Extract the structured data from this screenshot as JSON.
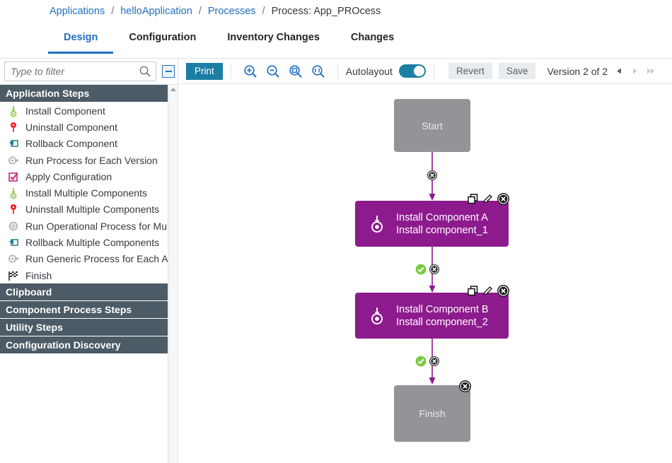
{
  "breadcrumb": {
    "items": [
      {
        "label": "Applications",
        "link": true
      },
      {
        "label": "helloApplication",
        "link": true
      },
      {
        "label": "Processes",
        "link": true
      },
      {
        "label": "Process: App_PROcess",
        "link": false
      }
    ],
    "separator": "/"
  },
  "tabs": [
    {
      "label": "Design",
      "active": true
    },
    {
      "label": "Configuration",
      "active": false
    },
    {
      "label": "Inventory Changes",
      "active": false
    },
    {
      "label": "Changes",
      "active": false
    }
  ],
  "sidebar": {
    "filter": {
      "value": "",
      "placeholder": "Type to filter",
      "icon": "search-icon"
    },
    "collapse_icon": "collapse-panel-icon",
    "sections": [
      {
        "title": "Application Steps",
        "expanded": true,
        "items": [
          {
            "label": "Install Component",
            "icon": "install-component-icon"
          },
          {
            "label": "Uninstall Component",
            "icon": "uninstall-component-icon"
          },
          {
            "label": "Rollback Component",
            "icon": "rollback-component-icon"
          },
          {
            "label": "Run Process for Each Version",
            "icon": "run-process-icon"
          },
          {
            "label": "Apply Configuration",
            "icon": "apply-configuration-icon"
          },
          {
            "label": "Install Multiple Components",
            "icon": "install-component-icon"
          },
          {
            "label": "Uninstall Multiple Components",
            "icon": "uninstall-component-icon"
          },
          {
            "label": "Run Operational Process for Multi",
            "icon": "gear-icon"
          },
          {
            "label": "Rollback Multiple Components",
            "icon": "rollback-component-icon"
          },
          {
            "label": "Run Generic Process for Each Aff",
            "icon": "run-process-icon"
          },
          {
            "label": "Finish",
            "icon": "finish-flag-icon"
          }
        ]
      },
      {
        "title": "Clipboard",
        "expanded": false,
        "items": []
      },
      {
        "title": "Component Process Steps",
        "expanded": false,
        "items": []
      },
      {
        "title": "Utility Steps",
        "expanded": false,
        "items": []
      },
      {
        "title": "Configuration Discovery",
        "expanded": false,
        "items": []
      }
    ]
  },
  "toolbar": {
    "print_label": "Print",
    "zoom_buttons": [
      {
        "icon": "zoom-in-icon"
      },
      {
        "icon": "zoom-out-icon"
      },
      {
        "icon": "zoom-fit-icon"
      },
      {
        "icon": "zoom-fit-width-icon"
      }
    ],
    "autolayout_label": "Autolayout",
    "autolayout_on": true,
    "revert_label": "Revert",
    "save_label": "Save",
    "version_label": "Version 2 of 2",
    "nav": [
      {
        "icon": "prev-version-icon",
        "enabled": true
      },
      {
        "icon": "next-version-icon",
        "enabled": false
      },
      {
        "icon": "last-version-icon",
        "enabled": false
      }
    ]
  },
  "diagram": {
    "nodes": [
      {
        "id": "start",
        "type": "terminal",
        "label": "Start",
        "actions": []
      },
      {
        "id": "step1",
        "type": "step",
        "title": "Install Component A",
        "subtitle": "Install component_1",
        "icon": "install-component-icon",
        "actions": [
          "copy-icon",
          "edit-icon",
          "delete-icon"
        ]
      },
      {
        "id": "step2",
        "type": "step",
        "title": "Install Component B",
        "subtitle": "Install component_2",
        "icon": "install-component-icon",
        "actions": [
          "copy-icon",
          "edit-icon",
          "delete-icon"
        ]
      },
      {
        "id": "finish",
        "type": "terminal",
        "label": "Finish",
        "actions": [
          "delete-icon"
        ]
      }
    ],
    "connectors": [
      {
        "from": "start",
        "to": "step1",
        "icons": [
          "remove-link-icon"
        ]
      },
      {
        "from": "step1",
        "to": "step2",
        "icons": [
          "success-check-icon",
          "remove-link-icon"
        ]
      },
      {
        "from": "step2",
        "to": "finish",
        "icons": [
          "success-check-icon",
          "remove-link-icon"
        ]
      }
    ]
  },
  "colors": {
    "accent_blue": "#1f70c1",
    "teal": "#1b7fa3",
    "node_purple": "#8d1b8d",
    "node_gray": "#929497",
    "section_header": "#4c5b66",
    "success_green": "#7ac943"
  }
}
